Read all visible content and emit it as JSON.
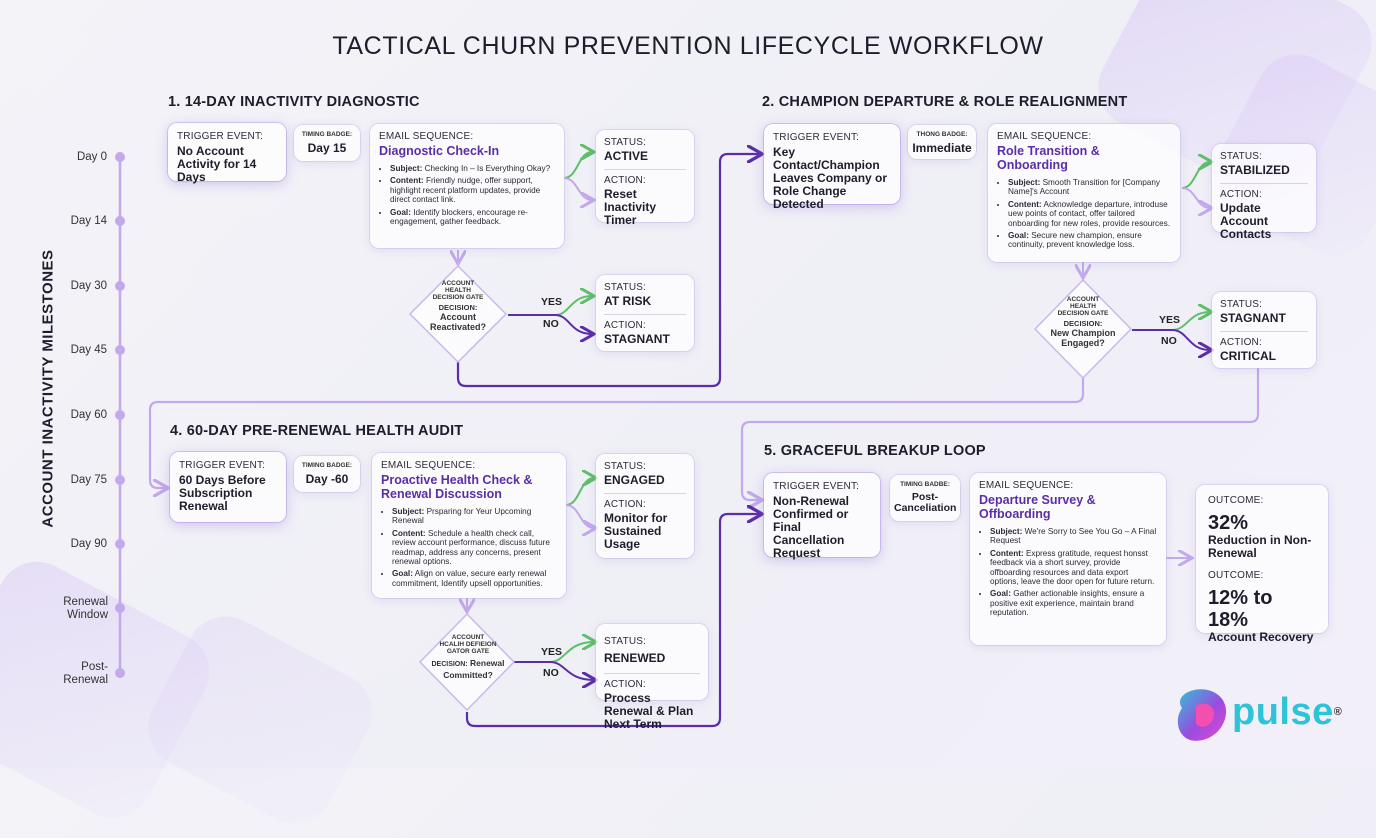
{
  "title": "TACTICAL CHURN PREVENTION LIFECYCLE WORKFLOW",
  "colors": {
    "accent": "#5b2ea8",
    "line": "#c3a8ec",
    "yes": "#5fbf6a",
    "brand_cyan": "#2ec4d8",
    "brand_pink": "#e24bd0"
  },
  "timeline": {
    "label": "ACCOUNT INACTIVITY MILESTONES",
    "ticks": [
      "Day 0",
      "Day 14",
      "Day 30",
      "Day 45",
      "Day 60",
      "Day 75",
      "Day 90",
      "Renewal Window",
      "Post-Renewal"
    ]
  },
  "s1": {
    "title": "1. 14-DAY INACTIVITY DIAGNOSTIC",
    "trigger": {
      "label": "TRIGGER EVENT:",
      "value": "No Account Activity for 14 Days"
    },
    "badge": {
      "label": "TIMING BADGE:",
      "value": "Day 15"
    },
    "email": {
      "label": "EMAIL SEQUENCE:",
      "title": "Diagnostic Check-In",
      "b1k": "Subject:",
      "b1": "Checking In – Is Everything Okay?",
      "b2k": "Content:",
      "b2": "Friendly nudge, offer support, highlight recent platform updates, provide direct contact link.",
      "b3k": "Goal:",
      "b3": "Identify blockers, encourage re-engagement, gather feedback."
    },
    "status1": {
      "label": "STATUS:",
      "value": "ACTIVE",
      "alabel": "ACTION:",
      "action": "Reset Inactivity Timer"
    },
    "gate": {
      "line1": "ACCOUNT",
      "line2": "HEALTH",
      "line3": "DECISION GATE",
      "dlabel": "DECISION:",
      "q": "Account Reactivated?"
    },
    "yes": "YES",
    "no": "NO",
    "status2": {
      "label": "STATUS:",
      "value": "AT RISK",
      "alabel": "ACTION:",
      "action": "STAGNANT"
    }
  },
  "s2": {
    "title": "2. CHAMPION DEPARTURE & ROLE REALIGNMENT",
    "trigger": {
      "label": "TRIGGER EVENT:",
      "value": "Key Contact/Champion Leaves Company or Role Change Detected"
    },
    "badge": {
      "label": "THONG BADGE:",
      "value": "Immediate"
    },
    "email": {
      "label": "EMAIL SEQUENCE:",
      "title": "Role Transition & Onboarding",
      "b1k": "Subject:",
      "b1": "Smooth Transition for [Company Name]'s Account",
      "b2k": "Content:",
      "b2": "Acknowledge departure, introduse uew points of contact, offer tailored onboarding for new roles, provide resources.",
      "b3k": "Goal:",
      "b3": "Secure new champion, ensure continuity, prevent knowledge loss."
    },
    "status1": {
      "label": "STATUS:",
      "value": "STABILIZED",
      "alabel": "ACTION:",
      "action": "Update Account Contacts"
    },
    "gate": {
      "line1": "ACCOUNT",
      "line2": "HEALTH",
      "line3": "DECISION GATE",
      "dlabel": "DECISION:",
      "q": "New Champion Engaged?"
    },
    "yes": "YES",
    "no": "NO",
    "status2": {
      "label": "STATUS:",
      "value": "STAGNANT",
      "alabel": "ACTION:",
      "action": "CRITICAL"
    }
  },
  "s4": {
    "title": "4. 60-DAY PRE-RENEWAL HEALTH AUDIT",
    "trigger": {
      "label": "TRIGGER EVENT:",
      "value": "60 Days Before Subscription Renewal"
    },
    "badge": {
      "label": "TIMING BADGE:",
      "value": "Day -60"
    },
    "email": {
      "label": "EMAIL SEQUENCE:",
      "title": "Proactive Health Check & Renewal Discussion",
      "b1k": "Subject:",
      "b1": "Prsparing for Yeur Upcoming Renewal",
      "b2k": "Content:",
      "b2": "Schedule a health check call, review account performance, discuss future readmap, address any concerns, present renewal options.",
      "b3k": "Goal:",
      "b3": "Align on value, secure early renewal commitment, Identify upsell opportunities."
    },
    "status1": {
      "label": "STATUS:",
      "value": "ENGAGED",
      "alabel": "ACTION:",
      "action": "Monitor for Sustained Usage"
    },
    "gate": {
      "line1": "ACCOUNT",
      "line2": "HCALIH DEFIEION",
      "line3": "GATOR GATE",
      "dlabel": "DECISION:",
      "q": "Renewal Committed?"
    },
    "yes": "YES",
    "no": "NO",
    "status2": {
      "label": "STATUS:",
      "value": "RENEWED",
      "alabel": "ACTION:",
      "action": "Process Renewal & Plan Next Term"
    }
  },
  "s5": {
    "title": "5. GRACEFUL BREAKUP LOOP",
    "trigger": {
      "label": "TRIGGER EVENT:",
      "value": "Non-Renewal Confirmed or Final Cancellation Request"
    },
    "badge": {
      "label": "TIMING BADBE:",
      "value": "Post-Canceliation"
    },
    "email": {
      "label": "EMAIL SEQUENCE:",
      "title": "Departure Survey & Offboarding",
      "b1k": "Subject:",
      "b1": "We're Sorry to See You Go – A Final Request",
      "b2k": "Content:",
      "b2": "Express gratitude, request honsst feedback via a short survey, provide offboarding resources and data export options, leave the door open for future return.",
      "b3k": "Goal:",
      "b3": "Gather actionable insights, ensure a positive exit experience, maintain brand reputation."
    },
    "outcome1": {
      "label": "OUTCOME:",
      "value": "32%",
      "desc": "Reduction in Non-Renewal"
    },
    "outcome2": {
      "label": "OUTCOME:",
      "value": "12% to 18%",
      "desc": "Account Recovery"
    }
  },
  "brand": {
    "name": "pulse",
    "reg": "®"
  }
}
